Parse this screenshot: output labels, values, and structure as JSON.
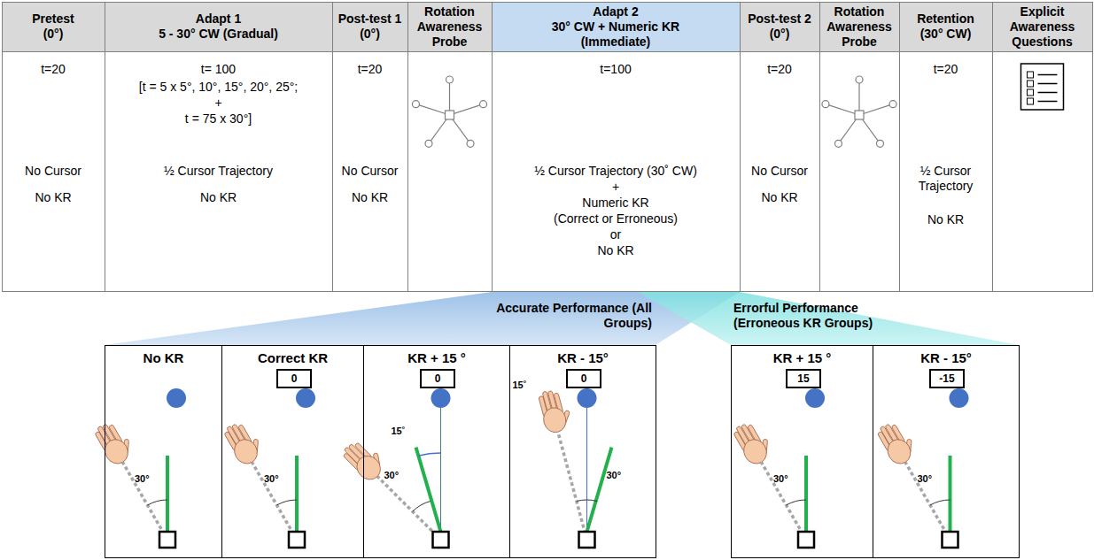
{
  "diagram": {
    "nodes": [
      {
        "text": [
          "No KR",
          "30°"
        ]
      },
      {
        "text": [
          "Correct KR",
          "30°"
        ]
      },
      {
        "text": [
          "0"
        ],
        "in": 1
      },
      {
        "text": [
          "KR + 15 °",
          "15˚",
          "30°"
        ]
      },
      {
        "text": [
          "0"
        ],
        "in": 3
      },
      {
        "text": [
          "KR - 15°",
          "15˚",
          "30°"
        ]
      },
      {
        "text": [
          "0"
        ],
        "in": 5
      },
      {
        "text": [
          "KR + 15 °",
          "30°"
        ]
      },
      {
        "text": [
          "15"
        ],
        "in": 7
      },
      {
        "text": [
          "KR - 15°",
          "30°"
        ]
      },
      {
        "text": [
          "-15"
        ],
        "in": 9
      }
    ],
    "edges": [],
    "labels": [
      "Pretest",
      "(0°)",
      "Adapt 1",
      "5 - 30° CW (Gradual)",
      "Post-test 1",
      "(0°)",
      "Rotation Awareness Probe",
      "Adapt 2",
      "30° CW + Numeric KR",
      "(Immediate)",
      "Post-test 2",
      "(0°)",
      "Rotation Awareness Probe",
      "Retention",
      "(30° CW)",
      "Explicit Awareness Questions",
      "t=20",
      "No Cursor",
      "No KR",
      "t= 100",
      "[t = 5 x 5°, 10°, 15°, 20°, 25°;",
      "+",
      "t = 75 x 30°]",
      "½ Cursor Trajectory",
      "No KR",
      "t=20",
      "No Cursor",
      "No KR",
      "t=100",
      "½ Cursor Trajectory (30˚ CW)",
      "+",
      "Numeric KR",
      "(Correct or Erroneous)",
      "or",
      "No KR",
      "t=20",
      "No Cursor",
      "No KR",
      "t=20",
      "½ Cursor Trajectory",
      "No KR",
      "Accurate Performance (All Groups)",
      "Errorful Performance (Erroneous KR Groups)"
    ]
  }
}
